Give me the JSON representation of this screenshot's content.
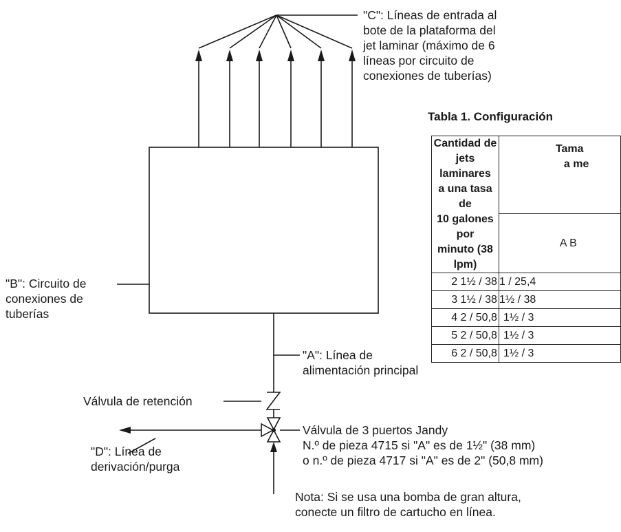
{
  "labels": {
    "c_lines": [
      "\"C\": Líneas de entrada al",
      "bote de la plataforma del",
      "jet laminar (máximo de 6",
      "líneas por circuito de",
      "conexiones de tuberías)"
    ],
    "b_manifold": [
      "\"B\": Circuito de",
      "conexiones de",
      "tuberías"
    ],
    "a_line": [
      "\"A\": Línea de",
      "alimentación principal"
    ],
    "check_valve": "Válvula de retención",
    "valve_3port": [
      "Válvula de 3 puertos Jandy",
      "N.º de pieza 4715 si \"A\" es de 1½\" (38 mm)",
      "o n.º de pieza 4717 si \"A\" es de 2\" (50,8 mm)"
    ],
    "d_line": [
      "\"D\": Línea de",
      "derivación/purga"
    ],
    "note": [
      "Nota: Si se usa una bomba de gran altura,",
      "conecte un filtro de cartucho en línea."
    ]
  },
  "table": {
    "title": "Tabla 1.  Configuración",
    "header_col1": [
      "Cantidad de",
      "jets laminares",
      "a una tasa de",
      "10 galones por",
      "minuto (38 lpm)"
    ],
    "header_col2_top": [
      "Tama",
      "a me"
    ],
    "header_col2_sub": "A B",
    "rows": [
      {
        "col1": "2 1½ / 38",
        "col2": "1 / 25,4"
      },
      {
        "col1": "3 1½ / 38",
        "col2": "1½ / 38"
      },
      {
        "col1": "4 2 / 50,8",
        "col2": "1½ / 3"
      },
      {
        "col1": "5 2 / 50,8",
        "col2": "1½ / 3"
      },
      {
        "col1": "6 2 / 50,8",
        "col2": "1½ / 3"
      }
    ]
  }
}
